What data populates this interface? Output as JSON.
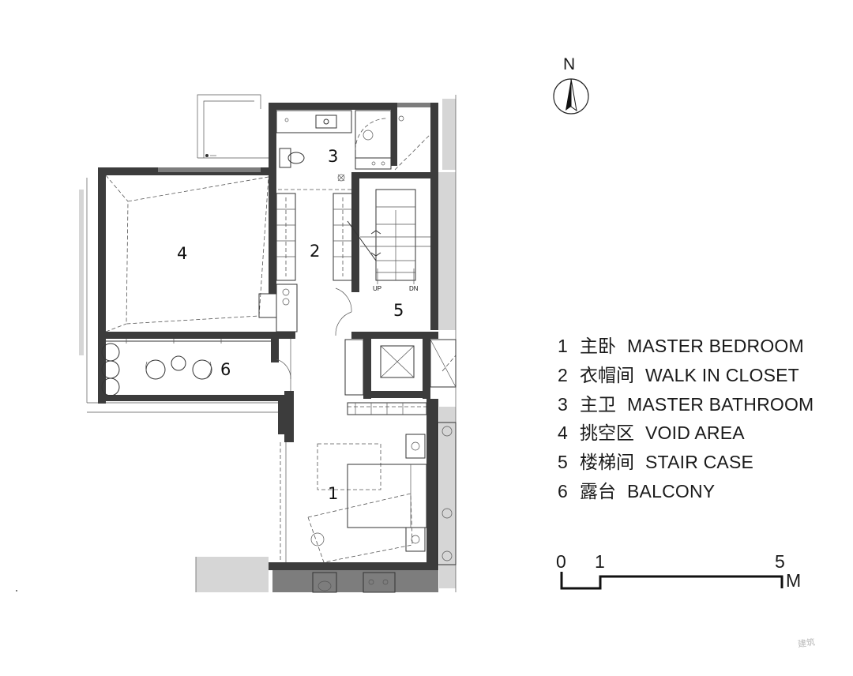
{
  "north": {
    "label": "N"
  },
  "rooms": [
    {
      "num": "1",
      "cn": "主卧",
      "en": "MASTER BEDROOM"
    },
    {
      "num": "2",
      "cn": "衣帽间",
      "en": "WALK IN CLOSET"
    },
    {
      "num": "3",
      "cn": "主卫",
      "en": "MASTER BATHROOM"
    },
    {
      "num": "4",
      "cn": "挑空区",
      "en": "VOID AREA"
    },
    {
      "num": "5",
      "cn": "楼梯间",
      "en": "STAIR CASE"
    },
    {
      "num": "6",
      "cn": "露台",
      "en": "BALCONY"
    }
  ],
  "stair": {
    "up": "UP",
    "down": "DN"
  },
  "scale": {
    "zero": "0",
    "one": "1",
    "five": "5",
    "unit": "M"
  },
  "watermark": "建筑"
}
